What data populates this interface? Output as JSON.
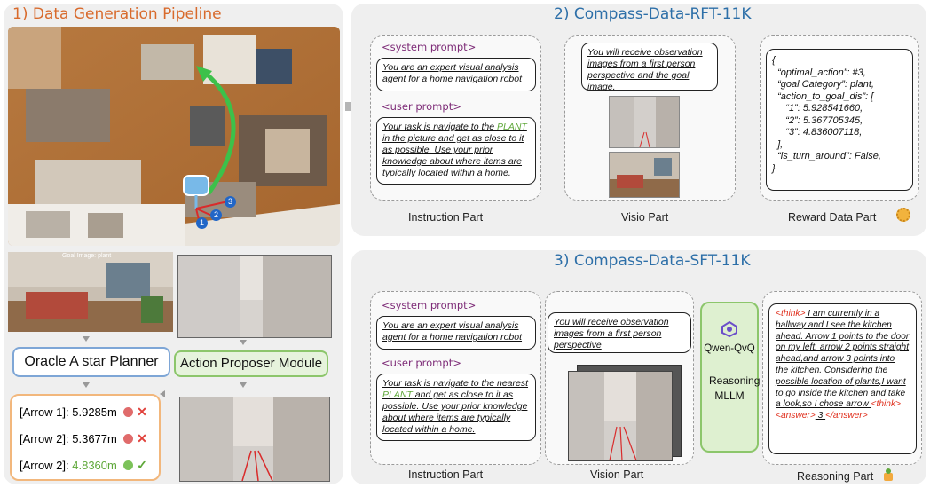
{
  "section1": {
    "title": "1) Data Generation Pipeline",
    "goal_image_label": "Goal Image: plant",
    "oracle_label": "Oracle A star Planner",
    "action_label": "Action Proposer Module",
    "results": [
      {
        "label": "[Arrow 1]: ",
        "value": "5.9285m",
        "ok": false
      },
      {
        "label": "[Arrow 2]: ",
        "value": "5.3677m",
        "ok": false
      },
      {
        "label": "[Arrow 2]: ",
        "value": "4.8360m",
        "ok": true
      }
    ],
    "robot_markers": [
      "1",
      "2",
      "3"
    ]
  },
  "section2": {
    "title": "2) Compass-Data-RFT-11K",
    "system_prompt_label": "<system prompt>",
    "system_prompt_text": "You are an expert visual analysis agent for a home navigation robot",
    "user_prompt_label": "<user prompt>",
    "user_prompt_pre": "Your task is navigate to the ",
    "user_prompt_highlight": "PLANT",
    "user_prompt_post": " in the picture and get as close to it as possible. Use your prior knowledge about where items are typically located within a home.",
    "vision_text": "You will receive observation images from a first person perspective and the goal image.",
    "reward_json": [
      "{",
      "  “optimal_action”: #3,",
      "  “goal Category”: plant,",
      "  “action_to_goal_dis”: [",
      "     “1”: 5.928541660,",
      "     “2”: 5.367705345,",
      "     “3”: 4.836007118,",
      "  ],",
      "  “is_turn_around”: False,",
      "}"
    ],
    "captions": [
      "Instruction Part",
      "Visio Part",
      "Reward Data Part"
    ]
  },
  "section3": {
    "title": "3) Compass-Data-SFT-11K",
    "system_prompt_label": "<system prompt>",
    "system_prompt_text": "You are an expert visual analysis agent for a home navigation robot",
    "user_prompt_label": "<user prompt>",
    "user_prompt_pre": "Your task is navigate to the nearest ",
    "user_prompt_highlight": "PLANT",
    "user_prompt_post": " and get as close to it as possible. Use your prior knowledge about where items are typically located within a home.",
    "vision_text": "You will receive observation images from a first person perspective",
    "model_name": "Qwen-QvQ",
    "model_role": "Reasoning MLLM",
    "think_open": "<think>",
    "reasoning_text": " I am currently in a hallway and I see the kitchen ahead. Arrow 1 points to the door on my left, arrow 2 points straight ahead,and arrow 3 points into the kitchen. Considering the possible location of plants,I want to go inside the kitchen and take a look,so I chose arrow ",
    "think_close": "<think>",
    "answer_open": "<answer>",
    "answer_value": " 3 ",
    "answer_close": "</answer>",
    "captions": [
      "Instruction Part",
      "Vision Part",
      "Reasoning Part"
    ]
  },
  "colors": {
    "title_orange": "#d86a2c",
    "title_blue": "#2d6fa8",
    "purple": "#7d2b77",
    "green": "#5fa83a",
    "red": "#e0301e",
    "panel_bg": "#efefef"
  }
}
